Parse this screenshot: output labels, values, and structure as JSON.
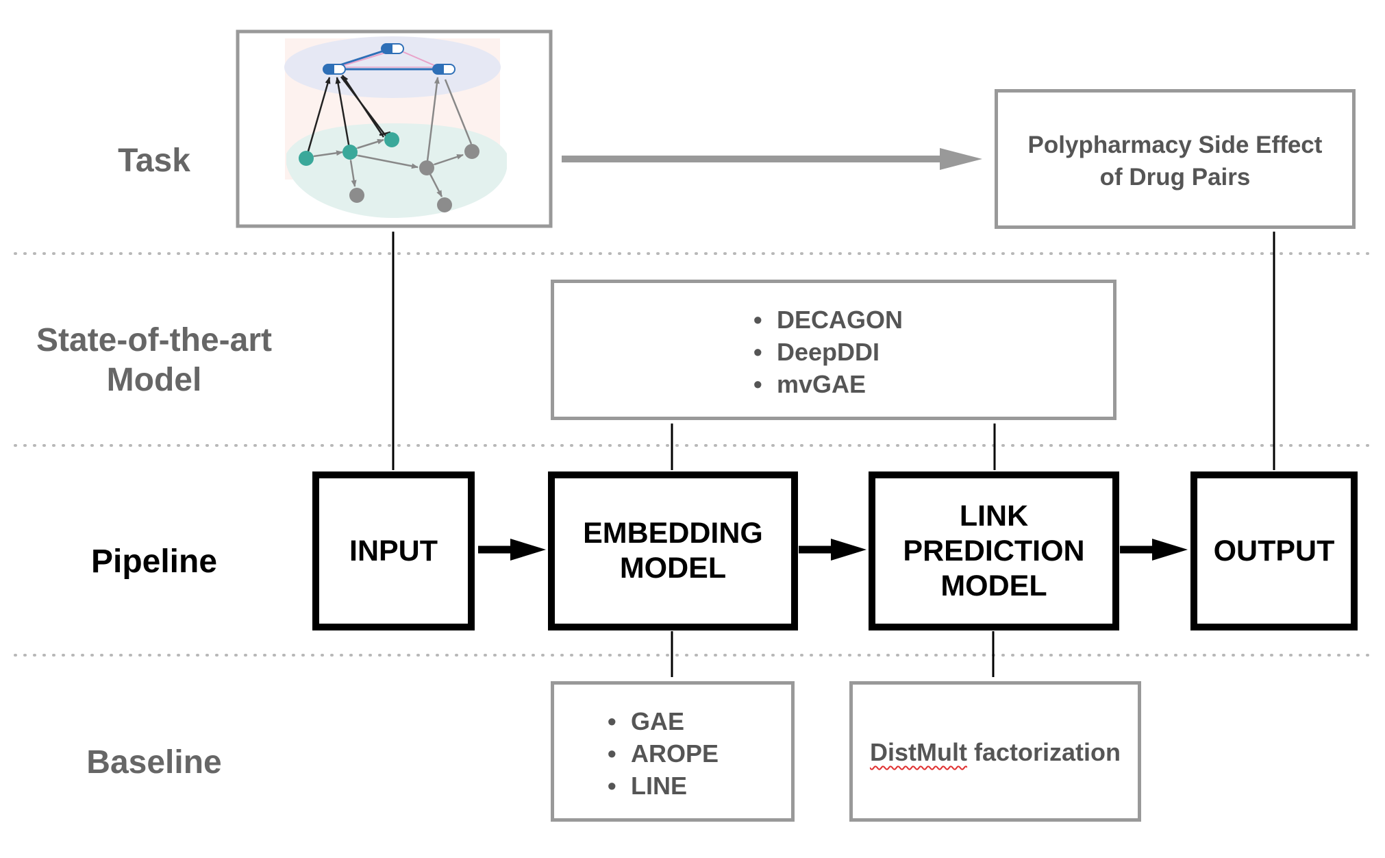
{
  "rows": {
    "task": "Task",
    "sota": [
      "State-of-the-art",
      "Model"
    ],
    "pipeline": "Pipeline",
    "baseline": "Baseline"
  },
  "task": {
    "output_lines": [
      "Polypharmacy Side Effect",
      "of Drug Pairs"
    ],
    "graph_icon": "drug-protein-graph-thumbnail"
  },
  "sota_models": [
    "DECAGON",
    "DeepDDI",
    "mvGAE"
  ],
  "pipeline": {
    "input": [
      "INPUT"
    ],
    "embedding": [
      "EMBEDDING",
      "MODEL"
    ],
    "link": [
      "LINK",
      "PREDICTION",
      "MODEL"
    ],
    "output": [
      "OUTPUT"
    ]
  },
  "baseline": {
    "embedding_models": [
      "GAE",
      "AROPE",
      "LINE"
    ],
    "link_prefix": "DistMult",
    "link_suffix": " factorization"
  },
  "colors": {
    "gray": "#999999",
    "text_gray": "#666666",
    "black": "#000000",
    "drug_blue": "#2e6fb7",
    "protein_teal": "#3aa89a",
    "node_gray": "#8c8c8c",
    "spell_red": "#e03030"
  }
}
